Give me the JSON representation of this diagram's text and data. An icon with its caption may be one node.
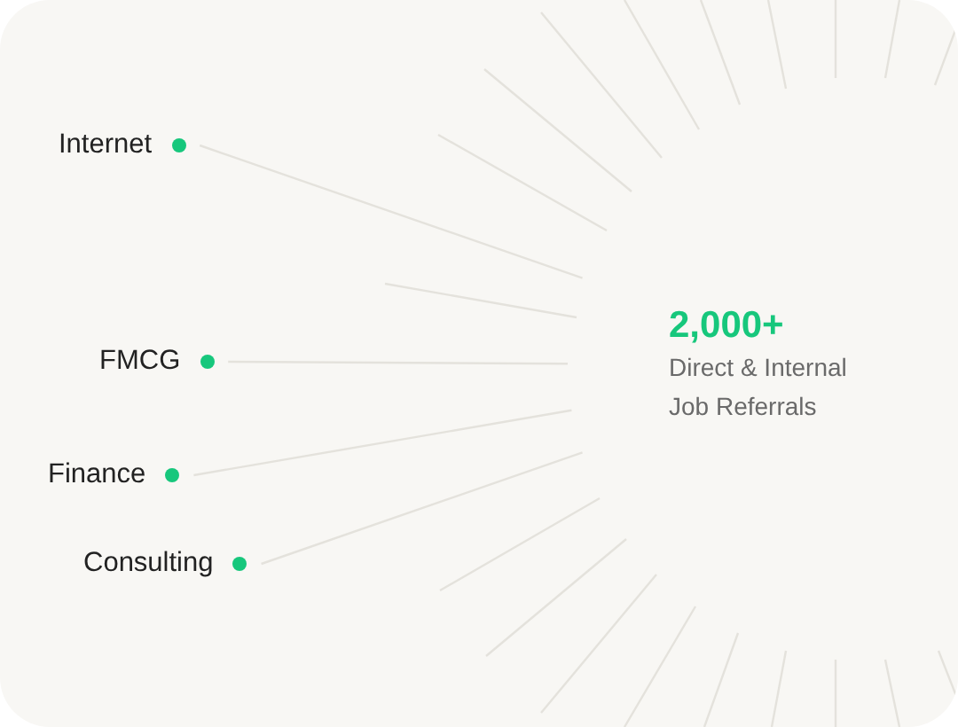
{
  "diagram": {
    "nodes": [
      {
        "text": [
          "Internet"
        ]
      },
      {
        "text": [
          "FMCG"
        ]
      },
      {
        "text": [
          "Finance"
        ]
      },
      {
        "text": [
          "Consulting"
        ]
      },
      {
        "text": [
          "2,000+",
          "Direct & Internal Job Referrals"
        ]
      }
    ],
    "edges": [
      {
        "from": 0,
        "to": 4,
        "arrow": "none"
      },
      {
        "from": 1,
        "to": 4,
        "arrow": "none"
      },
      {
        "from": 2,
        "to": 4,
        "arrow": "none"
      },
      {
        "from": 3,
        "to": 4,
        "arrow": "none"
      }
    ]
  }
}
